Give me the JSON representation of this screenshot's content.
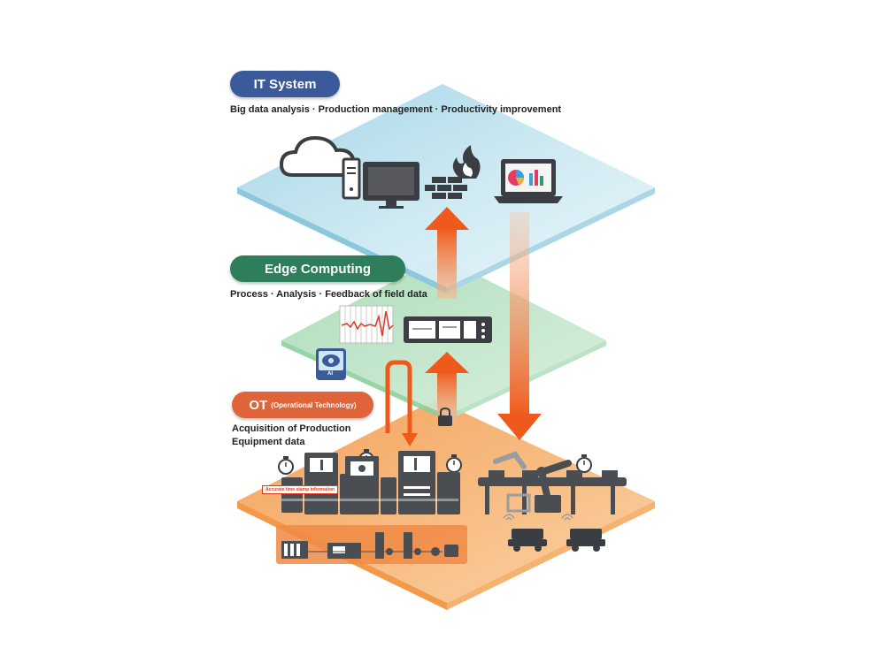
{
  "layers": {
    "it": {
      "label": "IT System",
      "caption": "Big data analysis · Production management · Productivity improvement",
      "color": "#3b5a9a"
    },
    "edge": {
      "label": "Edge Computing",
      "caption": "Process · Analysis · Feedback of field data",
      "color": "#2e7d5b"
    },
    "ot": {
      "label": "OT",
      "sublabel": "(Operational Technology)",
      "caption_line1": "Acquisition of Production",
      "caption_line2": "Equipment data",
      "color": "#e0643a"
    }
  },
  "annotations": {
    "timestamp": "Accurate time stamp information",
    "ai": "AI"
  },
  "icons": {
    "it": [
      "cloud-icon",
      "desktop-computer-icon",
      "firewall-icon",
      "laptop-dashboard-icon"
    ],
    "edge": [
      "waveform-monitor-icon",
      "controller-unit-icon",
      "ai-brain-icon"
    ],
    "ot": [
      "stopwatch-icon",
      "production-machine-icon",
      "robot-arm-icon",
      "conveyor-icon",
      "agv-cart-icon",
      "io-module-icon",
      "lock-icon"
    ]
  },
  "colors": {
    "it_plane": "#bfe3ef",
    "edge_plane": "#bfe3c8",
    "ot_plane": "#f7c48f",
    "arrow": "#ef5a1c",
    "machine": "#4a4d52"
  }
}
